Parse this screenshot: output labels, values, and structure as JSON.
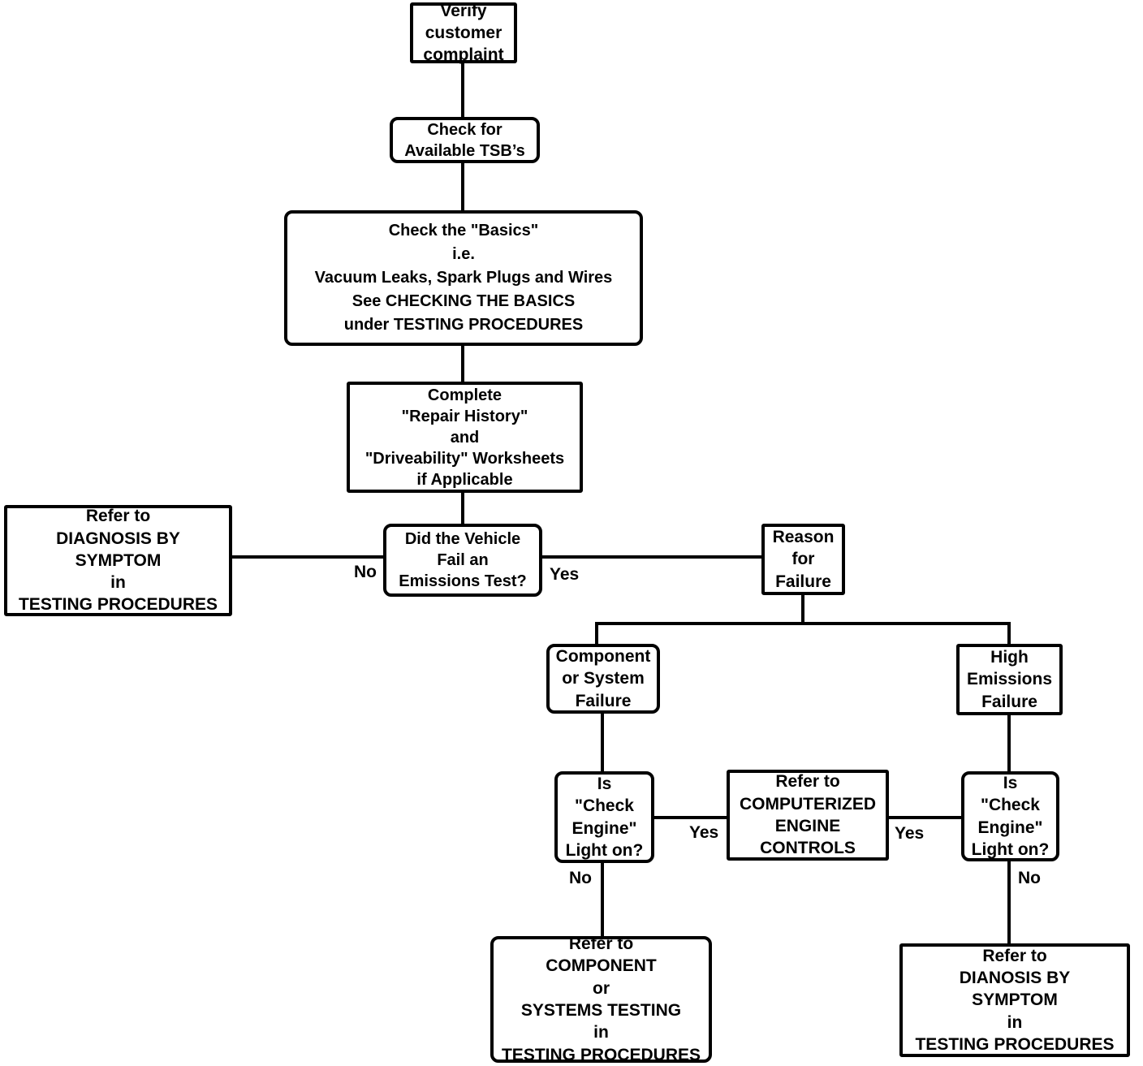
{
  "diagram": {
    "type": "flowchart",
    "topic": "Emissions / driveability diagnostic flowchart",
    "colors": {
      "line": "#000000",
      "box_border": "#000000",
      "box_fill": "#ffffff",
      "text": "#000000",
      "background": "#ffffff"
    },
    "nodes": {
      "verify": {
        "label": "Verify\ncustomer\ncomplaint"
      },
      "tsb": {
        "label": "Check for\nAvailable TSB’s"
      },
      "basics": {
        "label": "Check the \"Basics\"\ni.e.\nVacuum Leaks, Spark Plugs and Wires\nSee CHECKING THE BASICS\nunder TESTING PROCEDURES"
      },
      "complete": {
        "label": "Complete\n\"Repair History\"\nand\n\"Driveability\" Worksheets\nif Applicable"
      },
      "diagnosis_left": {
        "label": "Refer to\nDIAGNOSIS BY\nSYMPTOM\nin\nTESTING PROCEDURES"
      },
      "emissions_test": {
        "label": "Did the Vehicle\nFail an\nEmissions Test?"
      },
      "reason": {
        "label": "Reason\nfor\nFailure"
      },
      "component_failure": {
        "label": "Component\nor System\nFailure"
      },
      "high_emissions": {
        "label": "High\nEmissions\nFailure"
      },
      "check_engine_left": {
        "label": "Is\n\"Check\nEngine\"\nLight on?"
      },
      "computerized": {
        "label": "Refer to\nCOMPUTERIZED\nENGINE\nCONTROLS"
      },
      "check_engine_right": {
        "label": "Is\n\"Check\nEngine\"\nLight on?"
      },
      "component_testing": {
        "label": "Refer to\nCOMPONENT\nor\nSYSTEMS TESTING\nin\nTESTING PROCEDURES"
      },
      "diagnosis_right": {
        "label": "Refer to\nDIANOSIS BY\nSYMPTOM\nin\nTESTING PROCEDURES"
      }
    },
    "edges": {
      "emissions_no": "No",
      "emissions_yes": "Yes",
      "left_check_yes": "Yes",
      "left_check_no": "No",
      "right_check_yes": "Yes",
      "right_check_no": "No"
    }
  }
}
